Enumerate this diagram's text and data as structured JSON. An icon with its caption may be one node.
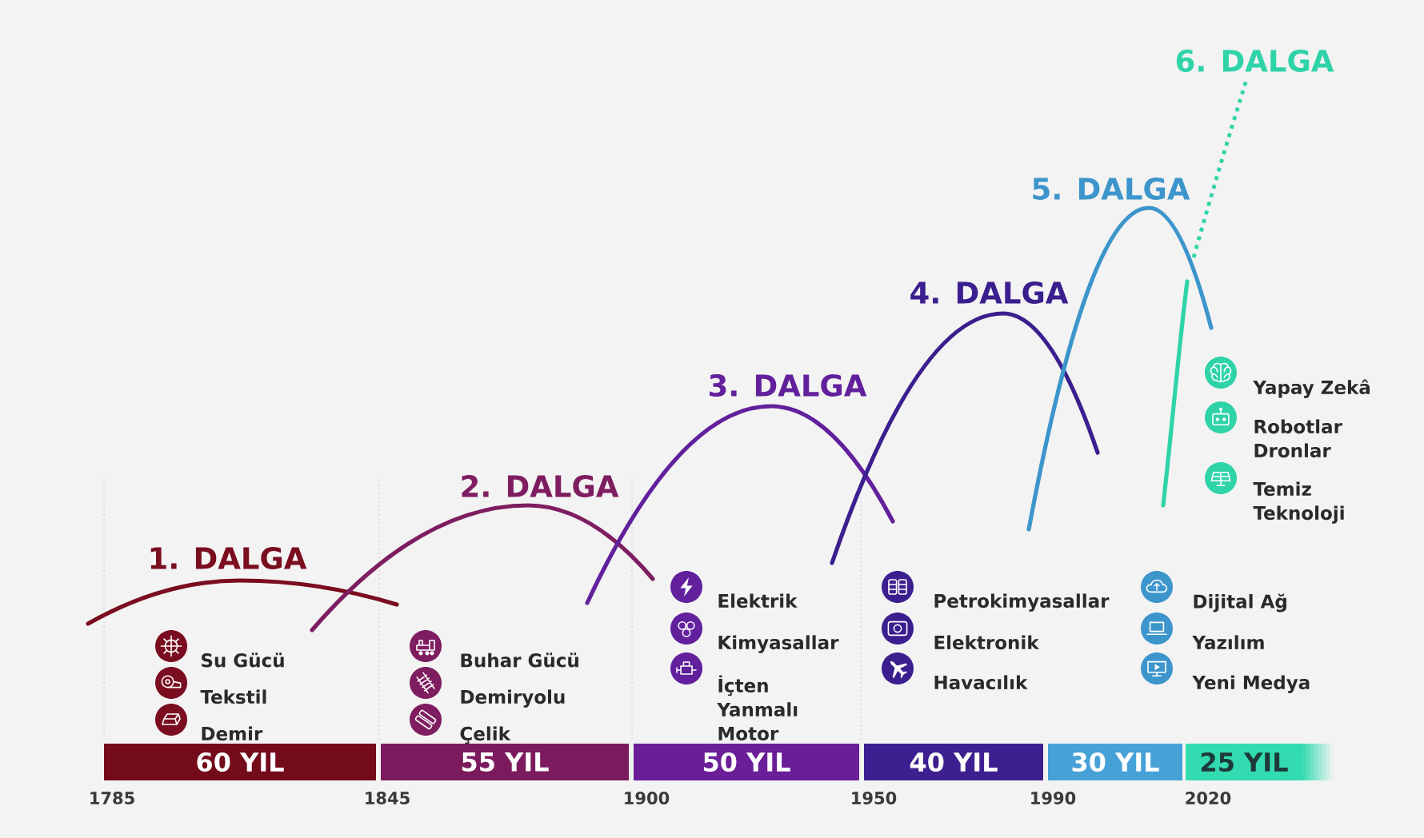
{
  "diagram": {
    "nodes": [
      {
        "text": [
          "60 YIL"
        ]
      },
      {
        "text": [
          "55 YIL"
        ]
      },
      {
        "text": [
          "50 YIL"
        ]
      },
      {
        "text": [
          "40 YIL"
        ]
      },
      {
        "text": [
          "30 YIL"
        ]
      },
      {
        "text": [
          "25 YIL"
        ]
      }
    ],
    "labels": [
      "1. DALGA",
      "2. DALGA",
      "3. DALGA",
      "4. DALGA",
      "5. DALGA",
      "6. DALGA",
      "Su Gücü",
      "Tekstil",
      "Demir",
      "Buhar Gücü",
      "Demiryolu",
      "Çelik",
      "Elektrik",
      "Kimyasallar",
      "İçten Yanmalı Motor",
      "Petrokimyasallar",
      "Elektronik",
      "Havacılık",
      "Dijital Ağ",
      "Yazılım",
      "Yeni Medya",
      "Yapay Zekâ",
      "Robotlar Dronlar",
      "Temiz Teknoloji",
      "1785",
      "1845",
      "1900",
      "1950",
      "1990",
      "2020"
    ]
  }
}
